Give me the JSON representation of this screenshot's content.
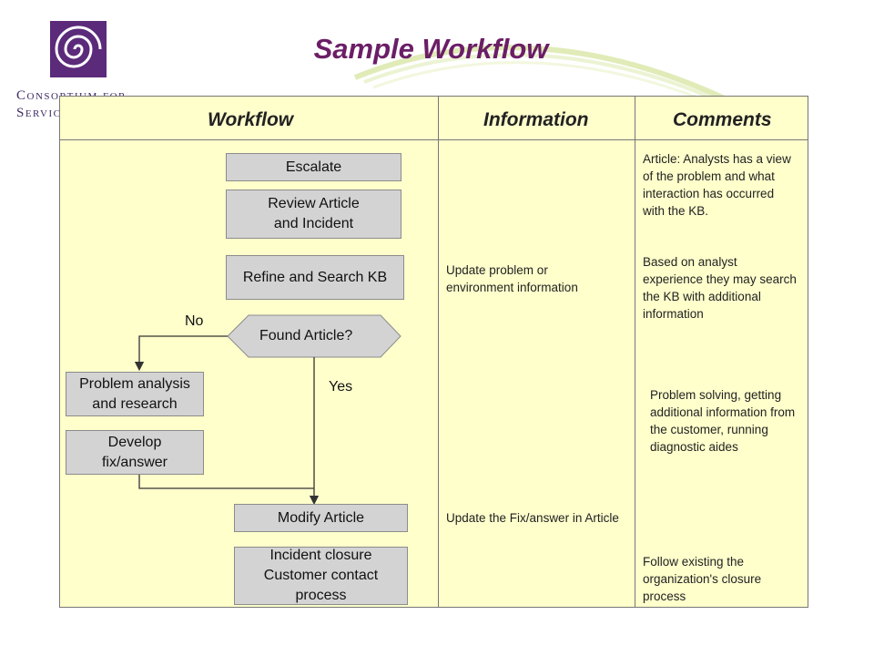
{
  "title": "Sample Workflow",
  "logo": {
    "line1": "Consortium for",
    "line2": "Service"
  },
  "headers": {
    "workflow": "Workflow",
    "information": "Information",
    "comments": "Comments"
  },
  "workflow": {
    "escalate": "Escalate",
    "review": "Review Article\nand Incident",
    "refine": "Refine and Search KB",
    "found": "Found Article?",
    "no_label": "No",
    "yes_label": "Yes",
    "problem": "Problem analysis\nand research",
    "develop": "Develop\nfix/answer",
    "modify": "Modify Article",
    "closure": "Incident closure\nCustomer contact\nprocess"
  },
  "information": {
    "update_problem": "Update problem or environment information",
    "update_fix": "Update the Fix/answer in Article"
  },
  "comments": {
    "article": "Article: Analysts has a view of the problem and what interaction has occurred with the KB.",
    "experience": "Based on analyst experience they may search the KB with additional information",
    "solving": "Problem solving, getting additional information from the customer, running diagnostic aides",
    "closure": "Follow existing the organization's closure process"
  },
  "colors": {
    "title": "#6b1e66",
    "panel_fill": "#ffffcc",
    "box_fill": "#d3d3d3",
    "logo_purple": "#5b2a7a"
  }
}
